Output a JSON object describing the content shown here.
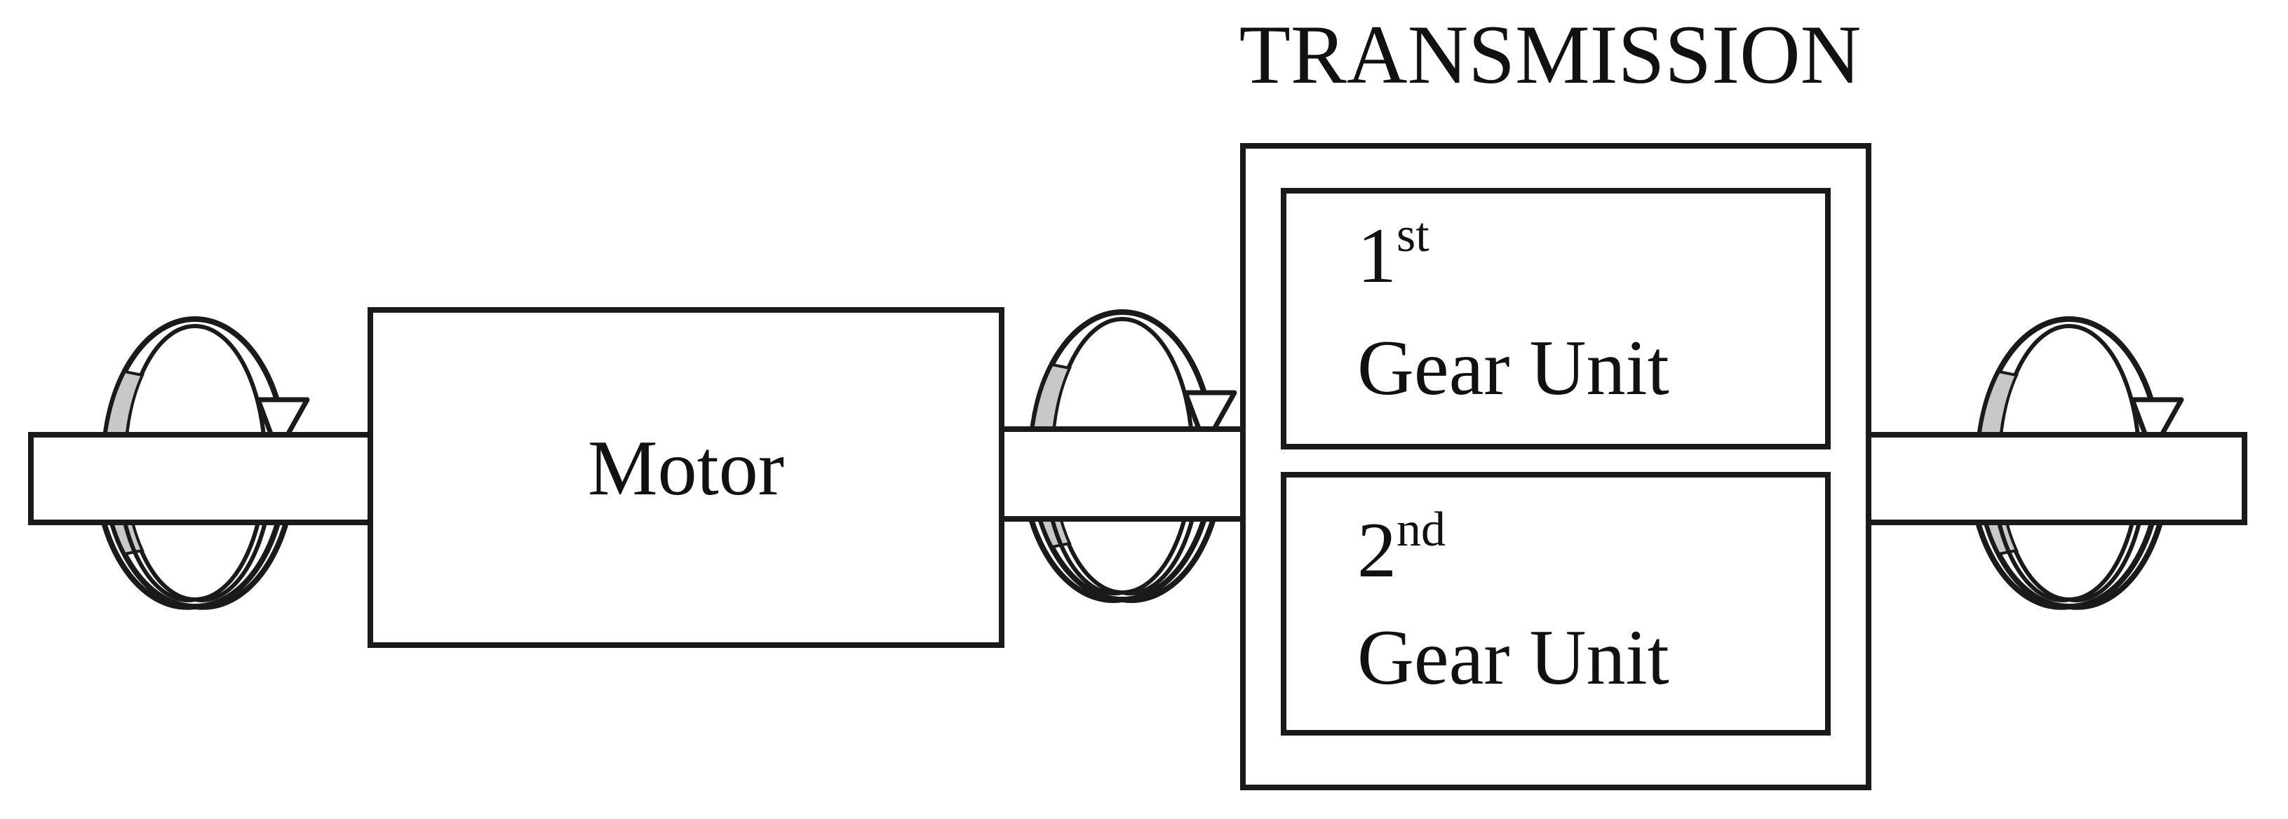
{
  "title": "TRANSMISSION",
  "motor": {
    "label": "Motor"
  },
  "gear_units": [
    {
      "number": "1",
      "ordinal_suffix": "st",
      "label": "Gear Unit"
    },
    {
      "number": "2",
      "ordinal_suffix": "nd",
      "label": "Gear Unit"
    }
  ],
  "icons": {
    "rotation": "rotation-arrow-icon"
  },
  "colors": {
    "line": "#1a1a1a",
    "ring_band": "#c8c8c8",
    "background": "#ffffff"
  }
}
